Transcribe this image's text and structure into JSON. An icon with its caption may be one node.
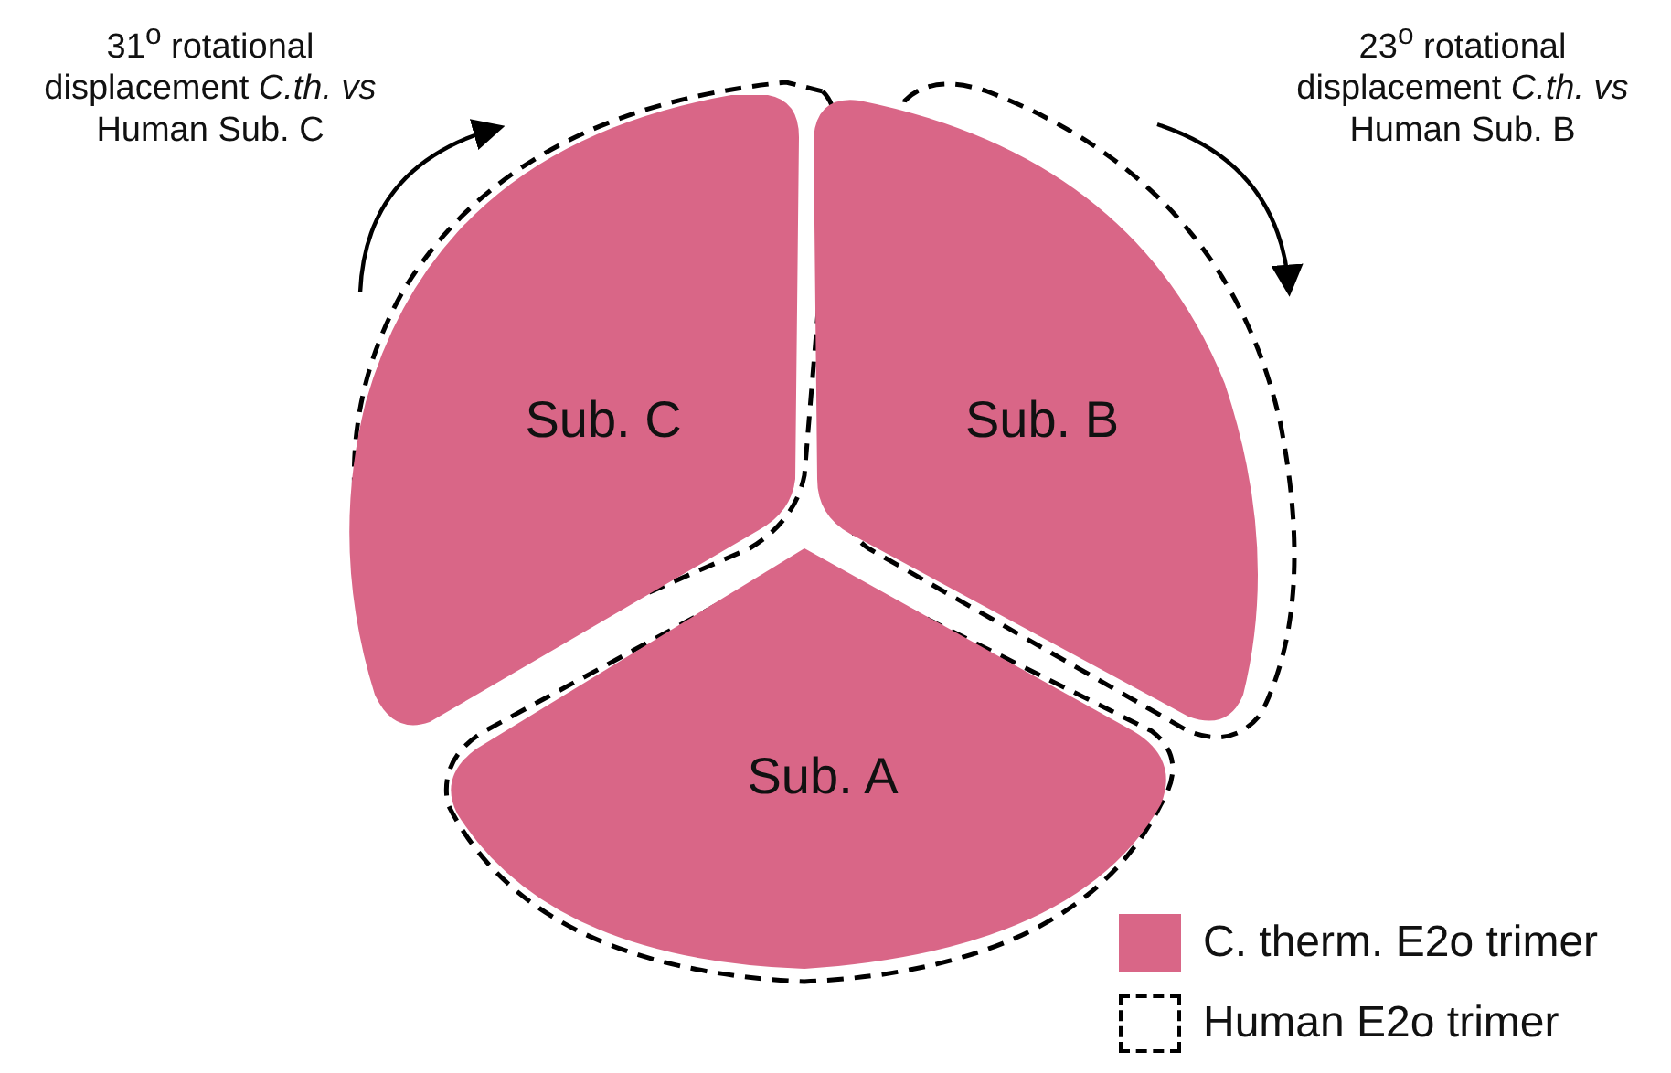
{
  "diagram": {
    "nodes": [
      {
        "text": [
          "Sub. C"
        ]
      },
      {
        "text": [
          "Sub. B"
        ]
      },
      {
        "text": [
          "Sub. A"
        ]
      }
    ],
    "edges": [],
    "labels": [
      "31$^{o}$ rotational displacement *C.th. vs* Human Sub. C",
      "23$^{o}$ rotational displacement *C.th. vs* Human Sub. B"
    ],
    "legend": [
      {
        "text": "C. therm. E2o trimer",
        "color": "#d96687"
      },
      {
        "text": "Human E2o trimer"
      }
    ]
  }
}
